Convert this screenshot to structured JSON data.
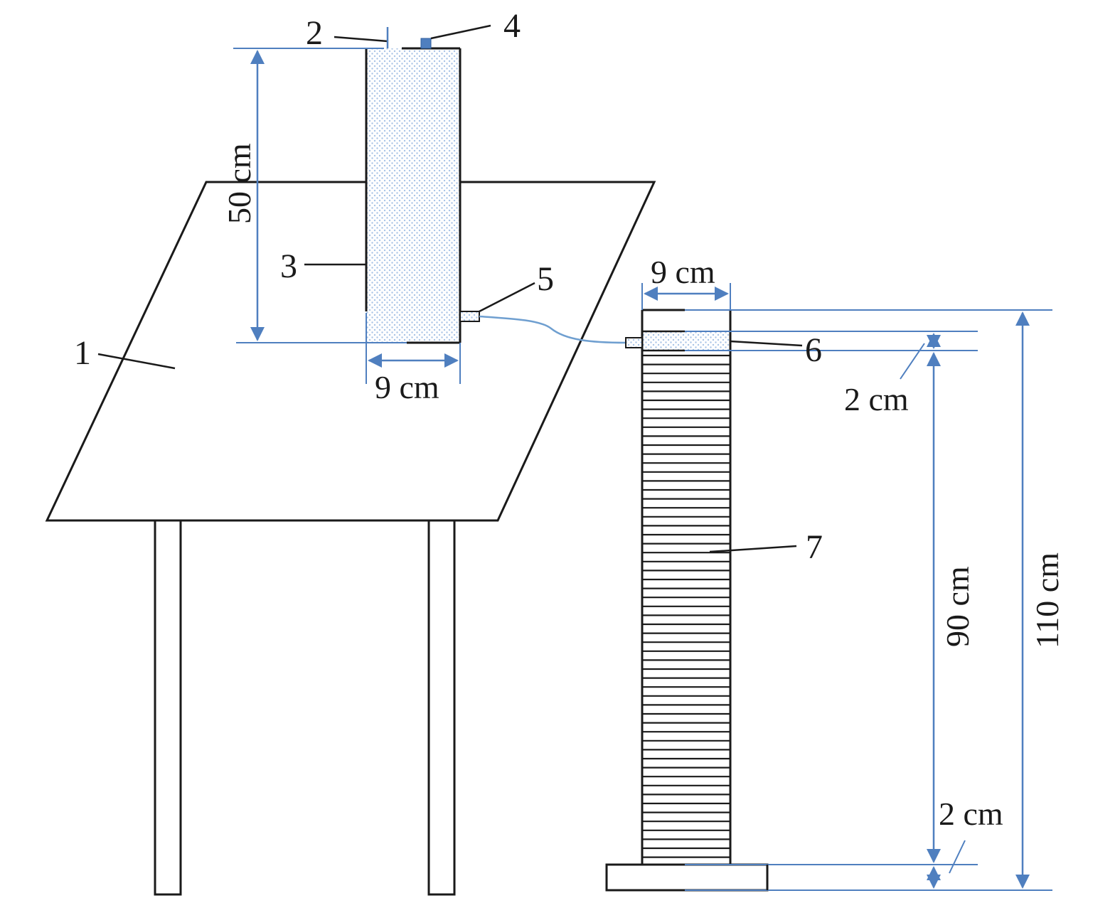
{
  "diagram": {
    "labels": {
      "l1": "1",
      "l2": "2",
      "l3": "3",
      "l4": "4",
      "l5": "5",
      "l6": "6",
      "l7": "7"
    },
    "dimensions": {
      "upper_column_height": "50 cm",
      "upper_column_width": "9 cm",
      "lower_column_width": "9 cm",
      "top_layer_thickness": "2 cm",
      "lower_column_height": "90 cm",
      "base_thickness": "2 cm",
      "total_height": "110 cm"
    },
    "colors": {
      "line": "#1a1a1a",
      "dimension": "#4f7fbf",
      "fill_dots": "#a9c4e6"
    }
  }
}
